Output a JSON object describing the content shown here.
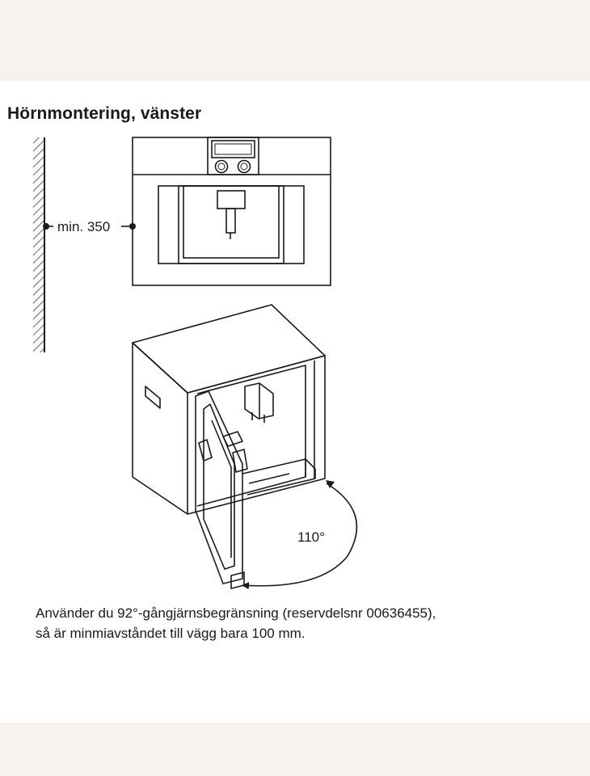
{
  "heading": "Hörnmontering, vänster",
  "dimension_label": "min. 350",
  "angle_label": "110°",
  "caption": {
    "line1": "Använder du 92°-gångjärnsbegränsning (reservdelsnr 00636455),",
    "line2": "så är minmiavståndet till vägg bara 100 mm."
  }
}
